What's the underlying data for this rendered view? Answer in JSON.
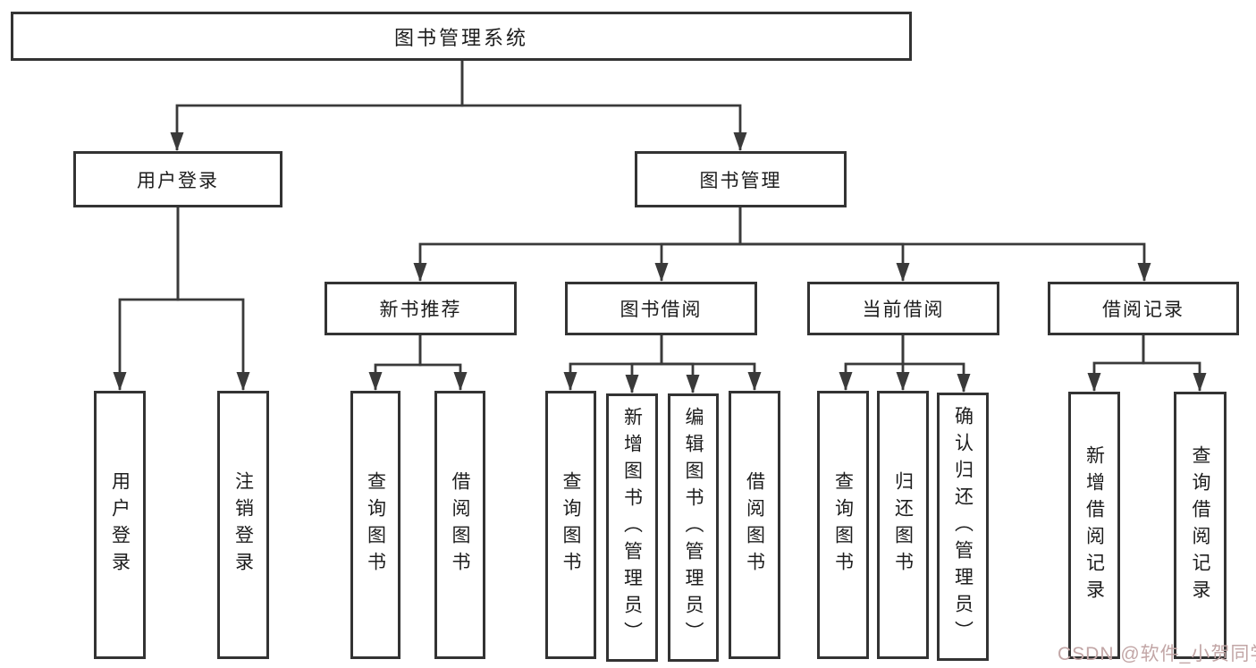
{
  "watermark": {
    "text": "CSDN @软件_小贺同学",
    "color": "#c2a6a6"
  },
  "colors": {
    "line": "#3a3a3a",
    "box_border": "#333333",
    "text": "#1d1d1d",
    "background": "#ffffff"
  },
  "nodes": {
    "root": {
      "label": "图书管理系统"
    },
    "user_login": {
      "label": "用户登录",
      "children": {
        "login": {
          "label": "用户登录"
        },
        "logout": {
          "label": "注销登录"
        }
      }
    },
    "book_mgmt": {
      "label": "图书管理",
      "children": {
        "new_book_rec": {
          "label": "新书推荐",
          "children": {
            "query_books": {
              "label": "查询图书"
            },
            "borrow_books": {
              "label": "借阅图书"
            }
          }
        },
        "book_borrow": {
          "label": "图书借阅",
          "children": {
            "query_books": {
              "label": "查询图书"
            },
            "add_books": {
              "label": "新增图书（管理员）"
            },
            "edit_books": {
              "label": "编辑图书（管理员）"
            },
            "borrow_books": {
              "label": "借阅图书"
            }
          }
        },
        "current_borrow": {
          "label": "当前借阅",
          "children": {
            "query_books": {
              "label": "查询图书"
            },
            "return_books": {
              "label": "归还图书"
            },
            "confirm_return": {
              "label": "确认归还（管理员）"
            }
          }
        },
        "borrow_record": {
          "label": "借阅记录",
          "children": {
            "add_record": {
              "label": "新增借阅记录"
            },
            "query_record": {
              "label": "查询借阅记录"
            }
          }
        }
      }
    }
  }
}
